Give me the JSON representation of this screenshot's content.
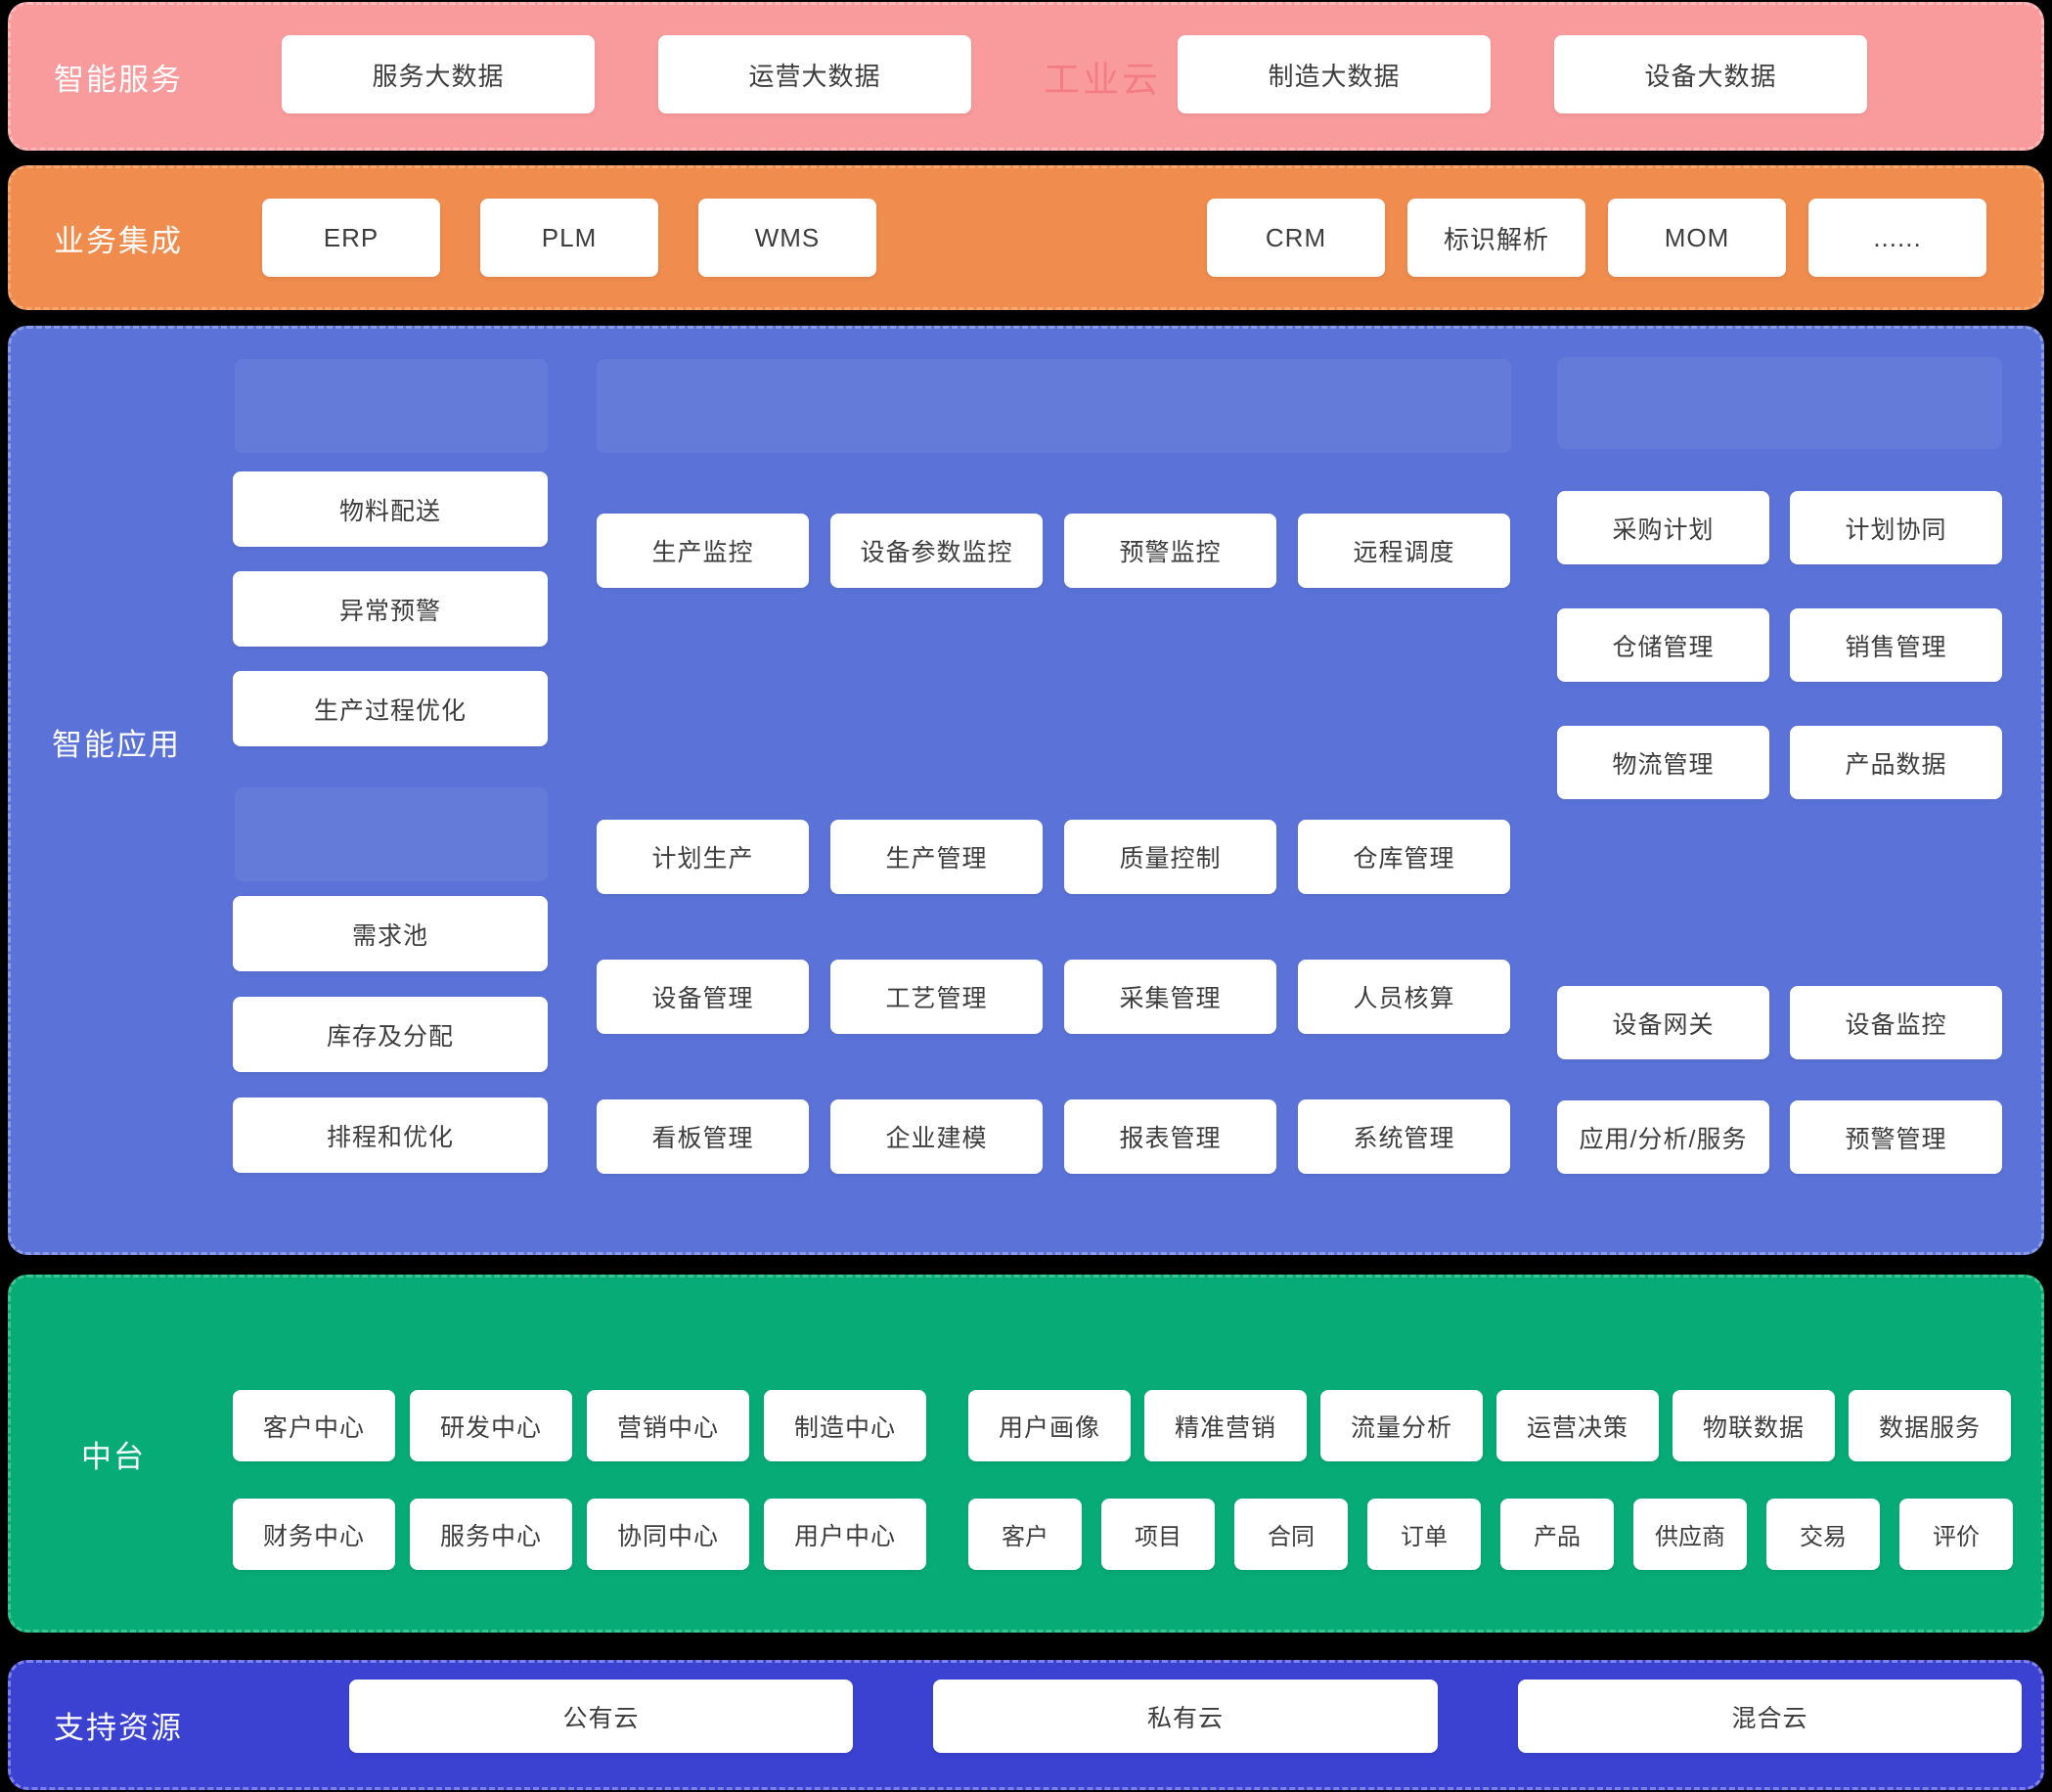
{
  "colors": {
    "services_band": "#f99b9c",
    "integration_band": "#ef8c4e",
    "applications_band": "#5b73d8",
    "middle_platform_band": "#06ab75",
    "resources_band": "#3b42d2",
    "separator": "#000000",
    "box_bg": "#ffffff",
    "box_text": "#3d3d3d",
    "band_label_text": "#ffffff",
    "watermark_text": "#f2737e"
  },
  "services": {
    "label": "智能服务",
    "watermark": "工业云",
    "boxes_left": [
      "服务大数据",
      "运营大数据"
    ],
    "boxes_right": [
      "制造大数据",
      "设备大数据"
    ]
  },
  "integration": {
    "label": "业务集成",
    "boxes_left": [
      "ERP",
      "PLM",
      "WMS"
    ],
    "boxes_right": [
      "CRM",
      "标识解析",
      "MOM",
      "......"
    ]
  },
  "applications": {
    "label": "智能应用",
    "left_top": [
      "物料配送",
      "异常预警",
      "生产过程优化"
    ],
    "left_bottom": [
      "需求池",
      "库存及分配",
      "排程和优化"
    ],
    "monitor_row": [
      "生产监控",
      "设备参数监控",
      "预警监控",
      "远程调度"
    ],
    "grid": [
      "计划生产",
      "生产管理",
      "质量控制",
      "仓库管理",
      "设备管理",
      "工艺管理",
      "采集管理",
      "人员核算",
      "看板管理",
      "企业建模",
      "报表管理",
      "系统管理"
    ],
    "right_top": [
      "采购计划",
      "计划协同",
      "仓储管理",
      "销售管理",
      "物流管理",
      "产品数据"
    ],
    "right_bottom": [
      "设备网关",
      "设备监控",
      "应用/分析/服务",
      "预警管理"
    ]
  },
  "middle_platform": {
    "label": "中台",
    "row1_centers": [
      "客户中心",
      "研发中心",
      "营销中心",
      "制造中心"
    ],
    "row1_data": [
      "用户画像",
      "精准营销",
      "流量分析",
      "运营决策",
      "物联数据",
      "数据服务"
    ],
    "row2_centers": [
      "财务中心",
      "服务中心",
      "协同中心",
      "用户中心"
    ],
    "row2_entities": [
      "客户",
      "项目",
      "合同",
      "订单",
      "产品",
      "供应商",
      "交易",
      "评价"
    ]
  },
  "resources": {
    "label": "支持资源",
    "boxes": [
      "公有云",
      "私有云",
      "混合云"
    ]
  }
}
